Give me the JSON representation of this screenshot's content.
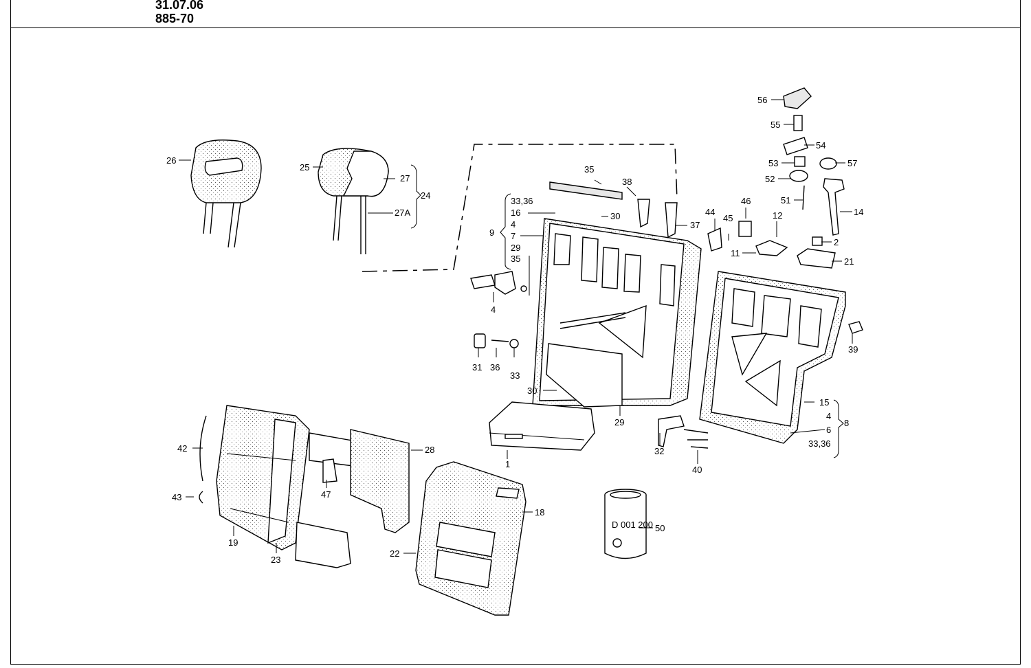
{
  "header": {
    "date": "31.07.06",
    "code": "885-70"
  },
  "part_labels": {
    "p1": "1",
    "p2": "2",
    "p4a": "4",
    "p4b": "4",
    "p4c": "4",
    "p6": "6",
    "p7": "7",
    "p8": "8",
    "p9": "9",
    "p11": "11",
    "p12": "12",
    "p14": "14",
    "p15": "15",
    "p16": "16",
    "p18": "18",
    "p19": "19",
    "p21": "21",
    "p22": "22",
    "p23": "23",
    "p24": "24",
    "p25": "25",
    "p26": "26",
    "p27": "27",
    "p27a": "27A",
    "p28": "28",
    "p29a": "29",
    "p29b": "29",
    "p30a": "30",
    "p30b": "30",
    "p31": "31",
    "p32": "32",
    "p33": "33",
    "p3336a": "33,36",
    "p3336b": "33,36",
    "p35a": "35",
    "p35b": "35",
    "p36": "36",
    "p37": "37",
    "p38": "38",
    "p39": "39",
    "p40": "40",
    "p42": "42",
    "p43": "43",
    "p44": "44",
    "p45": "45",
    "p46": "46",
    "p47": "47",
    "p50": "50",
    "p51": "51",
    "p52": "52",
    "p53": "53",
    "p54": "54",
    "p55": "55",
    "p56": "56",
    "p57": "57"
  },
  "can_text": {
    "code": "D 001 200"
  }
}
